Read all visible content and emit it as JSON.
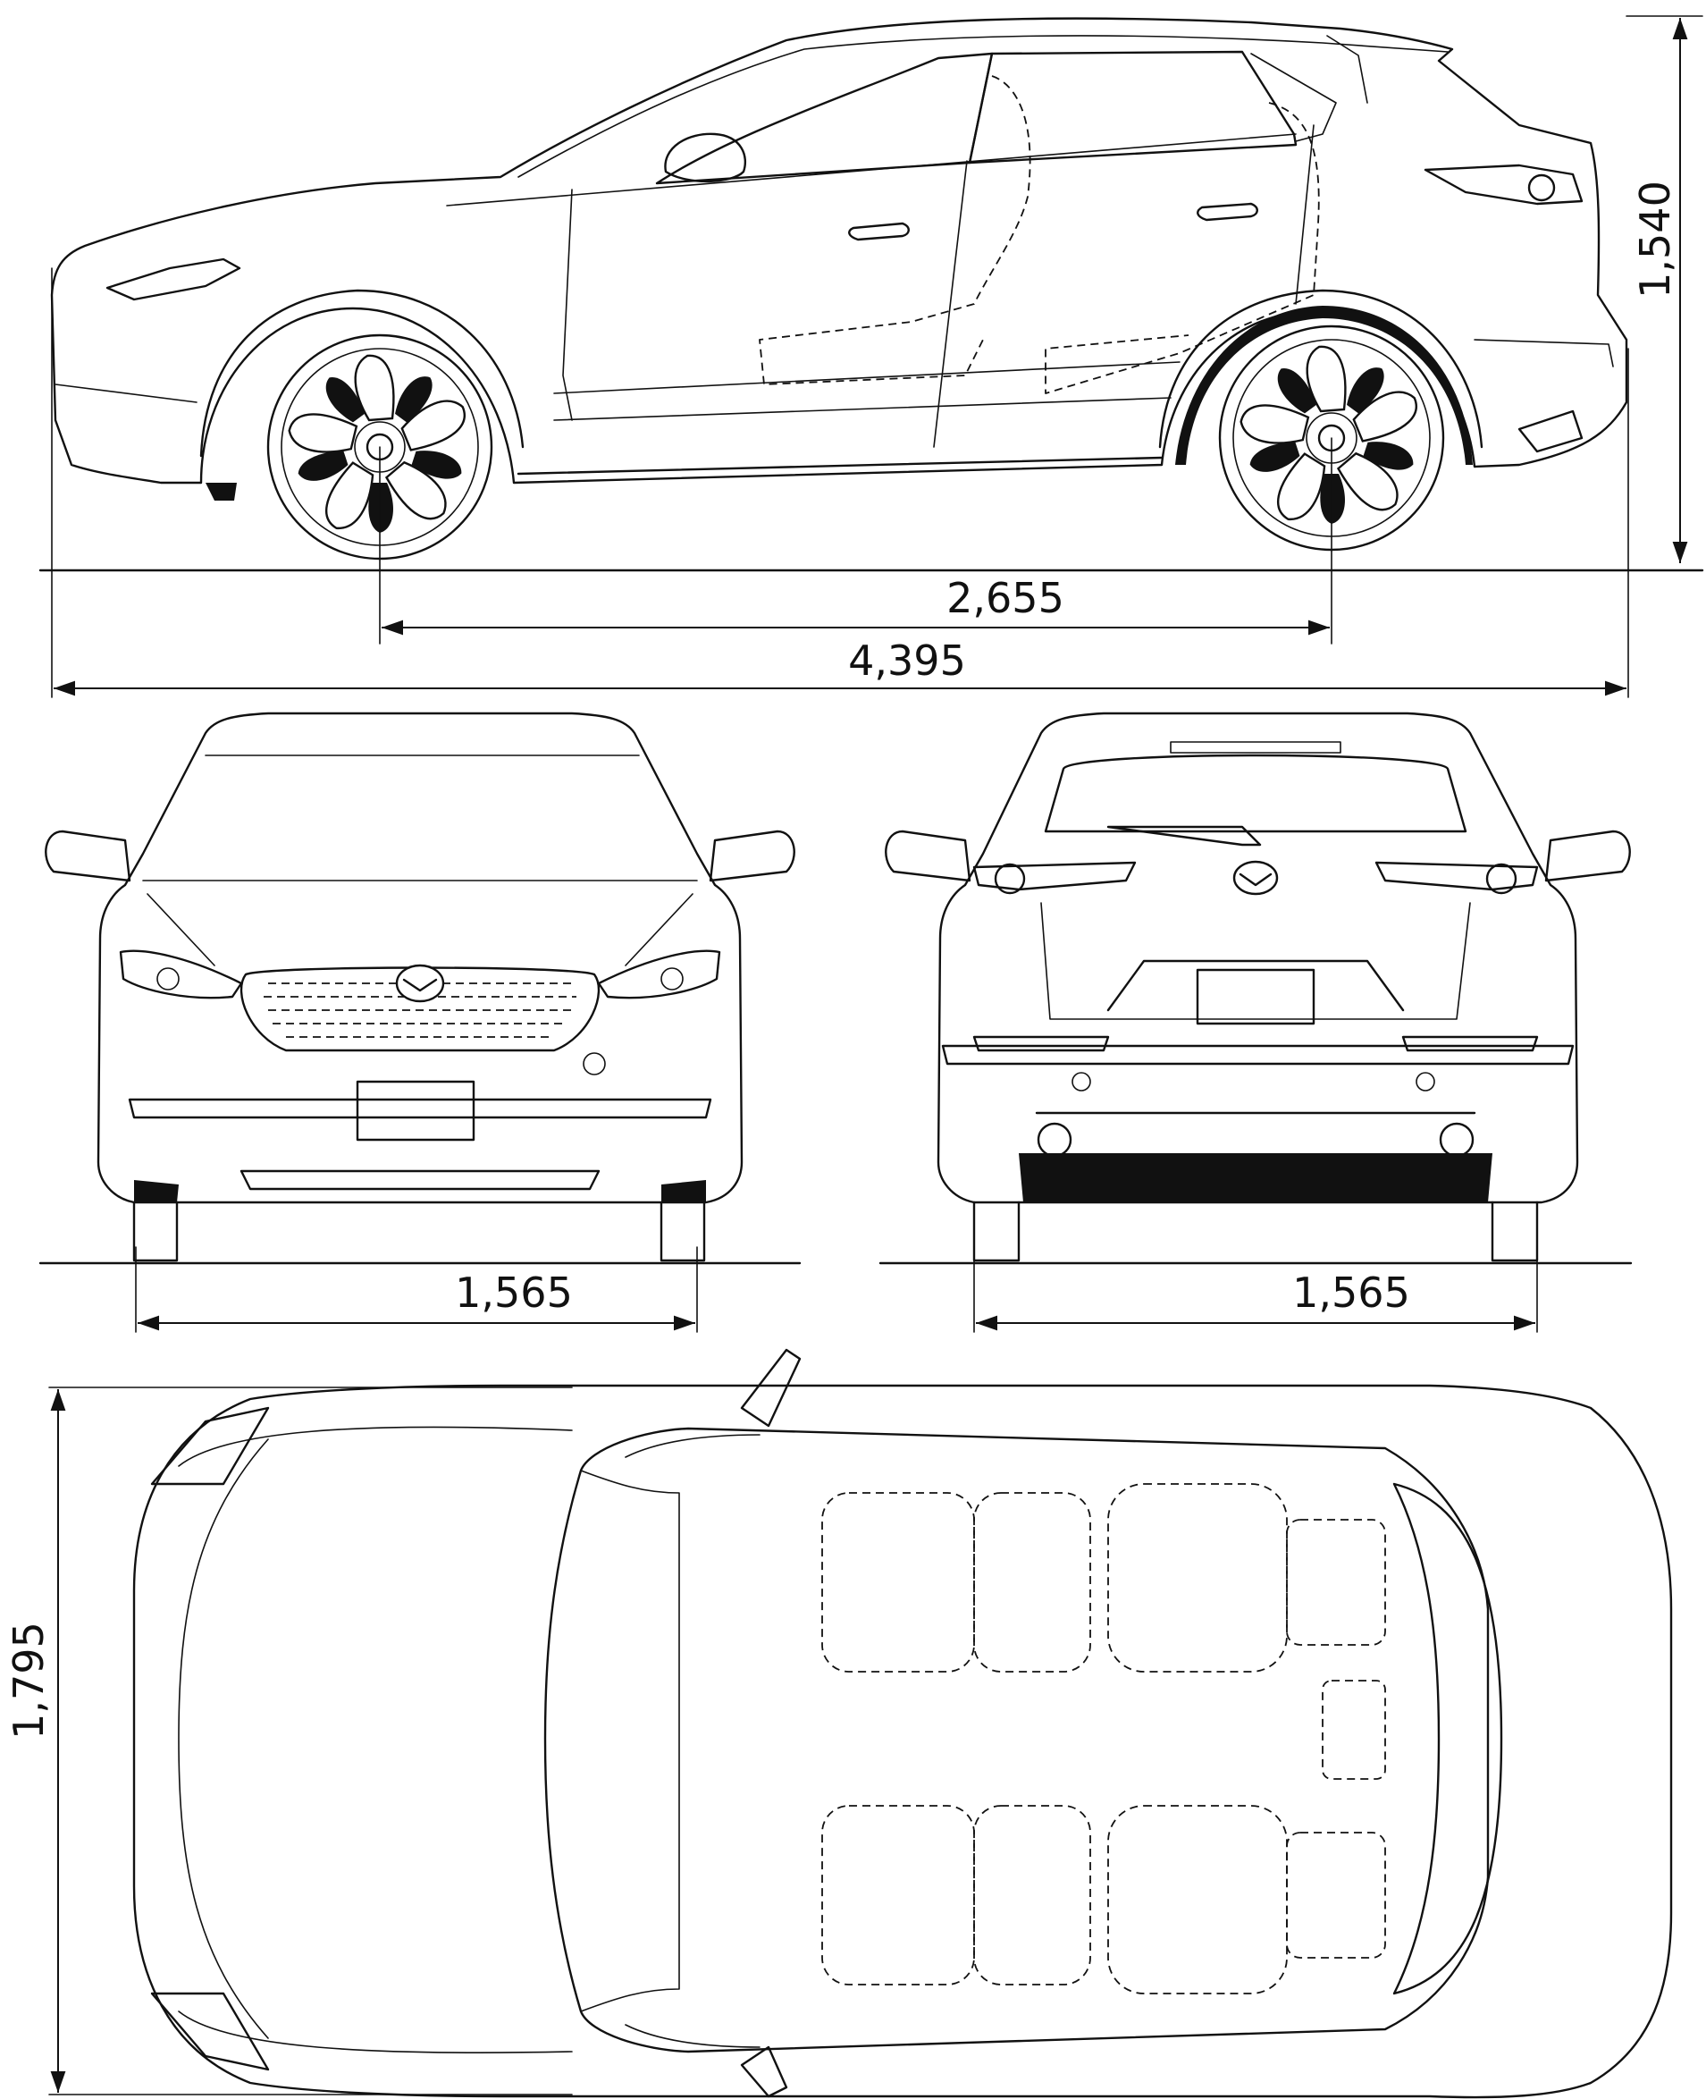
{
  "dimensions": {
    "height": "1,540",
    "wheelbase": "2,655",
    "length": "4,395",
    "front_track": "1,565",
    "rear_track": "1,565",
    "width": "1,795"
  },
  "colors": {
    "line": "#111111",
    "background": "#ffffff"
  },
  "icons": [
    "mazda-logo-icon",
    "wheel-icon",
    "mirror-icon",
    "headlight-icon",
    "taillight-icon"
  ]
}
